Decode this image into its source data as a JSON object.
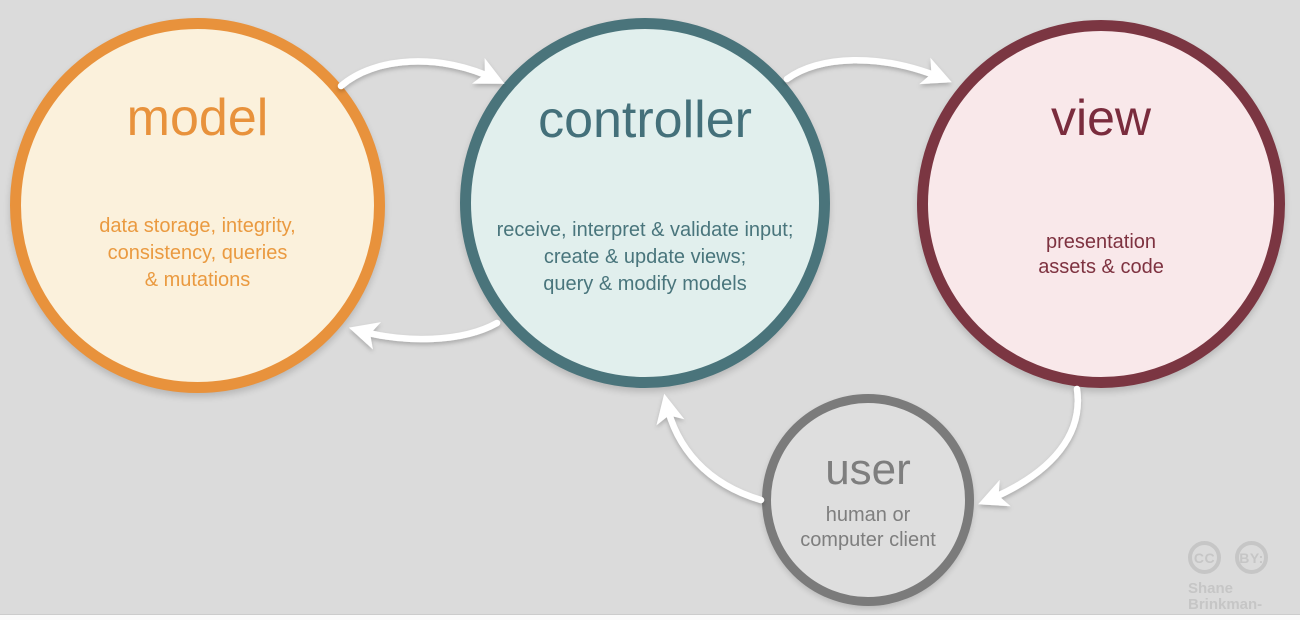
{
  "background_color": "#dbdbdb",
  "nodes": {
    "model": {
      "title": "model",
      "description": "data storage, integrity,\nconsistency, queries\n& mutations",
      "border_color": "#e8923c",
      "fill_color": "#fbf1dc",
      "text_color": "#e8923c"
    },
    "controller": {
      "title": "controller",
      "description": "receive, interpret & validate input;\ncreate & update views;\nquery & modify models",
      "border_color": "#4a747b",
      "fill_color": "#e1efed",
      "text_color": "#44707a"
    },
    "view": {
      "title": "view",
      "description": "presentation\nassets & code",
      "border_color": "#7b3642",
      "fill_color": "#f9e8ea",
      "text_color": "#7a2c3d"
    },
    "user": {
      "title": "user",
      "description": "human or\ncomputer client",
      "border_color": "#7b7b7b",
      "fill_color": "#dedede",
      "text_color": "#7e7e7e"
    }
  },
  "arrows": {
    "color": "#ffffff",
    "connections": [
      {
        "from": "model",
        "to": "controller"
      },
      {
        "from": "controller",
        "to": "view"
      },
      {
        "from": "view",
        "to": "user"
      },
      {
        "from": "user",
        "to": "controller"
      },
      {
        "from": "controller",
        "to": "model"
      }
    ]
  },
  "attribution": {
    "license_badges": [
      "CC",
      "BY:"
    ],
    "author": "Shane\nBrinkman-Davis"
  }
}
